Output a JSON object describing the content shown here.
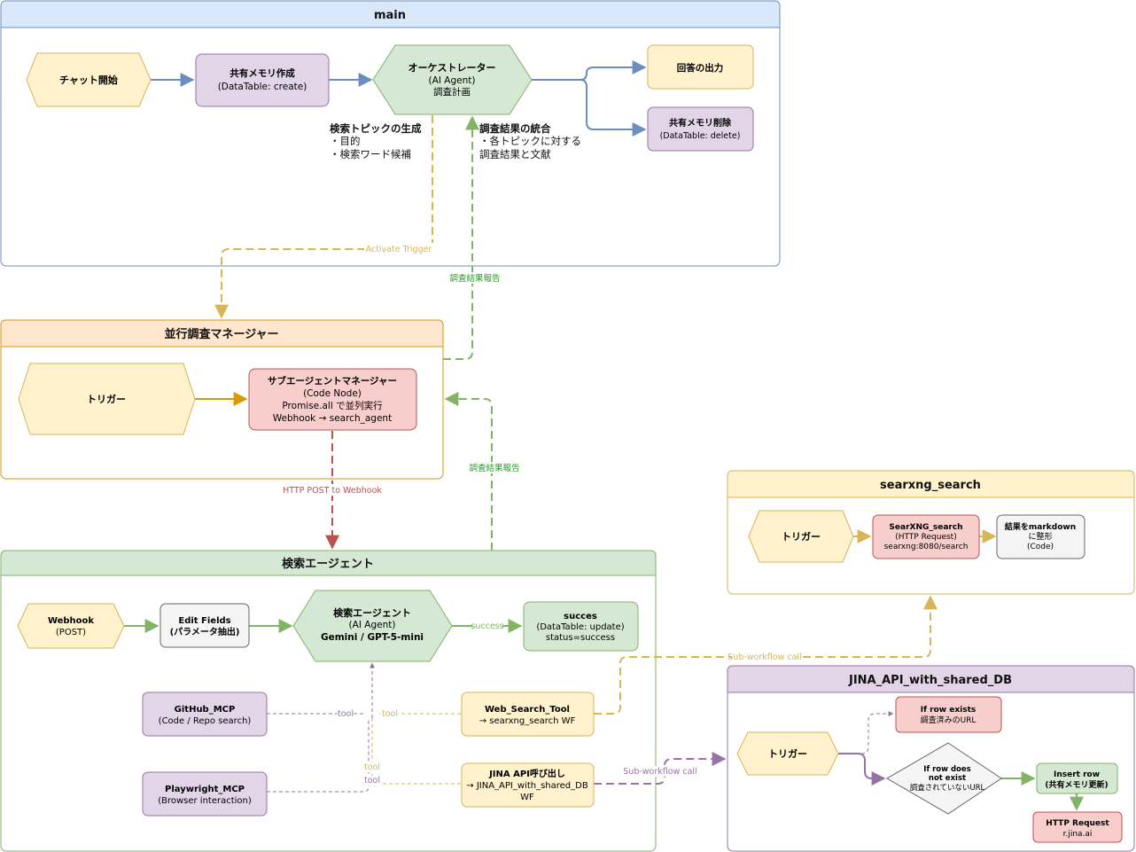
{
  "colors": {
    "blue": "#6c8ebf",
    "orange_group": "#d79b00",
    "green": "#82b366",
    "yellow": "#d6b656",
    "purple": "#9673a6",
    "red": "#b85450",
    "gray": "#666666",
    "fill_blue_header": "#dae8fc",
    "fill_orange_header": "#ffe6cc",
    "fill_green_header": "#d5e8d4",
    "fill_yellow": "#fff2cc",
    "fill_purple": "#e1d5e7",
    "fill_red": "#f8cecc",
    "fill_gray": "#f5f5f5"
  },
  "groups": {
    "main": {
      "title": "main"
    },
    "manager": {
      "title": "並行調査マネージャー"
    },
    "agent": {
      "title": "検索エージェント"
    },
    "searxng": {
      "title": "searxng_search"
    },
    "jina": {
      "title": "JINA_API_with_shared_DB"
    }
  },
  "nodes": {
    "chat_start": {
      "lines": [
        "チャット開始"
      ]
    },
    "create_mem": {
      "lines": [
        "共有メモリ作成",
        "(DataTable: create)"
      ]
    },
    "orchestrator": {
      "lines": [
        "オーケストレーター",
        "(AI Agent)",
        "調査計画"
      ]
    },
    "output": {
      "lines": [
        "回答の出力"
      ]
    },
    "delete_mem": {
      "lines": [
        "共有メモリ削除",
        "(DataTable: delete)"
      ]
    },
    "mgr_trigger": {
      "lines": [
        "トリガー"
      ]
    },
    "subagent_mgr": {
      "lines": [
        "サブエージェントマネージャー",
        "(Code Node)",
        "Promise.all で並列実行",
        "Webhook → search_agent"
      ]
    },
    "webhook": {
      "lines": [
        "Webhook",
        "(POST)"
      ]
    },
    "edit_fields": {
      "lines": [
        "Edit Fields",
        "(パラメータ抽出)"
      ]
    },
    "search_agent": {
      "lines": [
        "検索エージェント",
        "(AI Agent)",
        "Gemini / GPT-5-mini"
      ]
    },
    "succes": {
      "lines": [
        "succes",
        "(DataTable: update)",
        "status=success"
      ]
    },
    "github_mcp": {
      "lines": [
        "GitHub_MCP",
        "(Code / Repo search)"
      ]
    },
    "playwright_mcp": {
      "lines": [
        "Playwright_MCP",
        "(Browser interaction)"
      ]
    },
    "web_search_tool": {
      "lines": [
        "Web_Search_Tool",
        "→ searxng_search WF"
      ]
    },
    "jina_call": {
      "lines": [
        "JINA API呼び出し",
        "→ JINA_API_with_shared_DB",
        "WF"
      ]
    },
    "sx_trigger": {
      "lines": [
        "トリガー"
      ]
    },
    "sx_search": {
      "lines": [
        "SearXNG_search",
        "(HTTP Request)",
        "searxng:8080/search"
      ]
    },
    "sx_format": {
      "lines": [
        "結果をmarkdown",
        "に整形",
        "(Code)"
      ]
    },
    "jn_trigger": {
      "lines": [
        "トリガー"
      ]
    },
    "row_exists": {
      "lines": [
        "If row exists",
        "調査済みのURL"
      ]
    },
    "row_not_exist": {
      "lines": [
        "If row does",
        "not exist",
        "調査されていないURL"
      ]
    },
    "insert_row": {
      "lines": [
        "Insert row",
        "(共有メモリ更新)"
      ]
    },
    "http_request": {
      "lines": [
        "HTTP Request",
        "r.jina.ai"
      ]
    }
  },
  "notes": {
    "topic": [
      "検索トピックの生成",
      "・目的",
      "・検索ワード候補"
    ],
    "merge": [
      "調査結果の統合",
      "・各トピックに対する",
      "調査結果と文献"
    ]
  },
  "edge_labels": {
    "activate": "Activate Trigger",
    "report_upper": "調査結果報告",
    "report_lower": "調査結果報告",
    "http_post": "HTTP POST to Webhook",
    "success": "success",
    "subwf_search": "Sub-workflow call",
    "subwf_jina": "Sub-workflow call",
    "tool_github": "tool",
    "tool_web": "tool",
    "tool_jina": "tool",
    "tool_playwright": "tool"
  }
}
